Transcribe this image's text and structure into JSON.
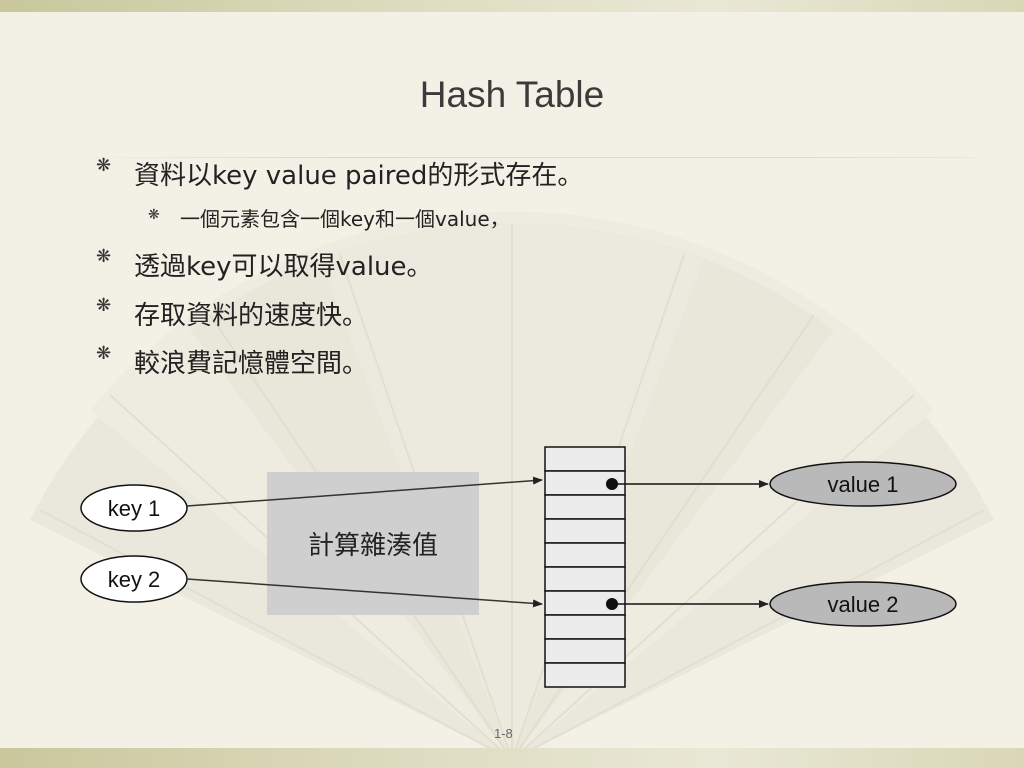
{
  "slide": {
    "title": "Hash Table",
    "bullets": [
      "資料以key value paired的形式存在。",
      "一個元素包含一個key和一個value，",
      "透過key可以取得value。",
      "存取資料的速度快。",
      "較浪費記憶體空間。"
    ],
    "bullet_symbol": "❋",
    "page_number": "1-8"
  },
  "diagram": {
    "keys": [
      "key 1",
      "key 2"
    ],
    "hash_label": "計算雜湊值",
    "values": [
      "value 1",
      "value 2"
    ],
    "table_slots": 10
  },
  "colors": {
    "background": "#f3f1e6",
    "hash_box": "#cfcfcf",
    "value_ellipse": "#b9b9b9",
    "slot_fill": "#ececec"
  }
}
